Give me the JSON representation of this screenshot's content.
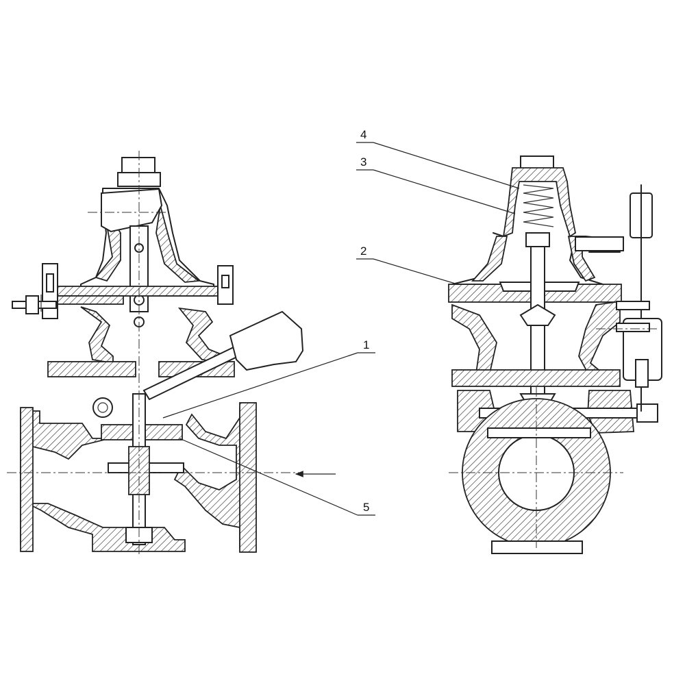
{
  "callouts": [
    {
      "label": "1"
    },
    {
      "label": "2"
    },
    {
      "label": "3"
    },
    {
      "label": "4"
    },
    {
      "label": "5"
    }
  ],
  "colors": {
    "line": "#222222",
    "background": "#ffffff"
  }
}
